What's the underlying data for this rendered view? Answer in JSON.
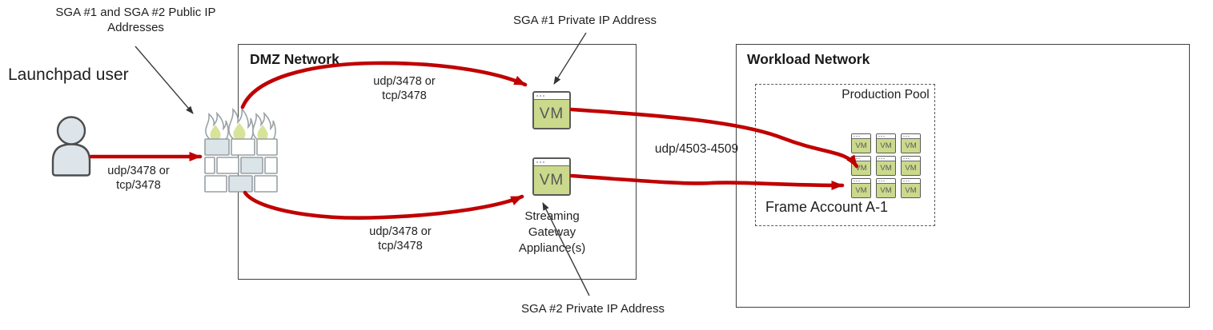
{
  "colors": {
    "arrow_red": "#c00000",
    "vm_green": "#cbd98c",
    "flame_green": "#d8e39a",
    "brick_shade": "#dbe5e9",
    "person_fill": "#dde4ea",
    "outline_gray": "#595959"
  },
  "user": {
    "label": "Launchpad user"
  },
  "callouts": {
    "public_ip": "SGA #1 and SGA #2 Public IP Addresses",
    "sga1_private_ip": "SGA #1 Private IP Address",
    "sga2_private_ip": "SGA #2 Private IP Address",
    "streaming_gateway": "Streaming Gateway Appliance(s)"
  },
  "dmz": {
    "title": "DMZ Network"
  },
  "workload": {
    "title": "Workload Network",
    "production_pool": {
      "label": "Production Pool",
      "vm_count": 9
    },
    "frame_account": "Frame Account A-1"
  },
  "edges": {
    "user_to_firewall": "udp/3478 or tcp/3478",
    "firewall_to_sga1": "udp/3478 or tcp/3478",
    "firewall_to_sga2": "udp/3478 or tcp/3478",
    "sga_to_pool": "udp/4503-4509"
  },
  "icons": {
    "vm_label": "VM"
  }
}
